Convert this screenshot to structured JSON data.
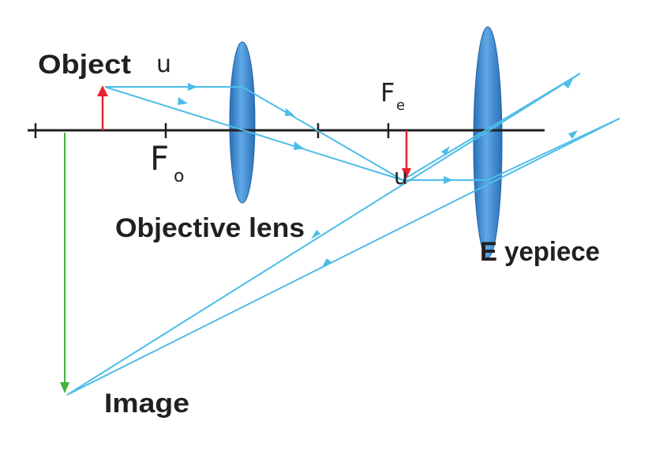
{
  "labels": {
    "object": "Object",
    "u_object": "u",
    "f_o_main": "F",
    "f_o_sub": "o",
    "f_e_main": "F",
    "f_e_sub": "e",
    "u_image": "u",
    "objective_lens": "Objective lens",
    "eyepiece": "E yepiece",
    "image": "Image"
  },
  "colors": {
    "ray": "#4dbde8",
    "axis": "#231f20",
    "lens_fill": "#3f8fd4",
    "lens_edge": "#2266aa",
    "object_arrow": "#e8212b",
    "intermediate_image_arrow": "#e8212b",
    "final_image_arrow": "#3fb23f"
  }
}
